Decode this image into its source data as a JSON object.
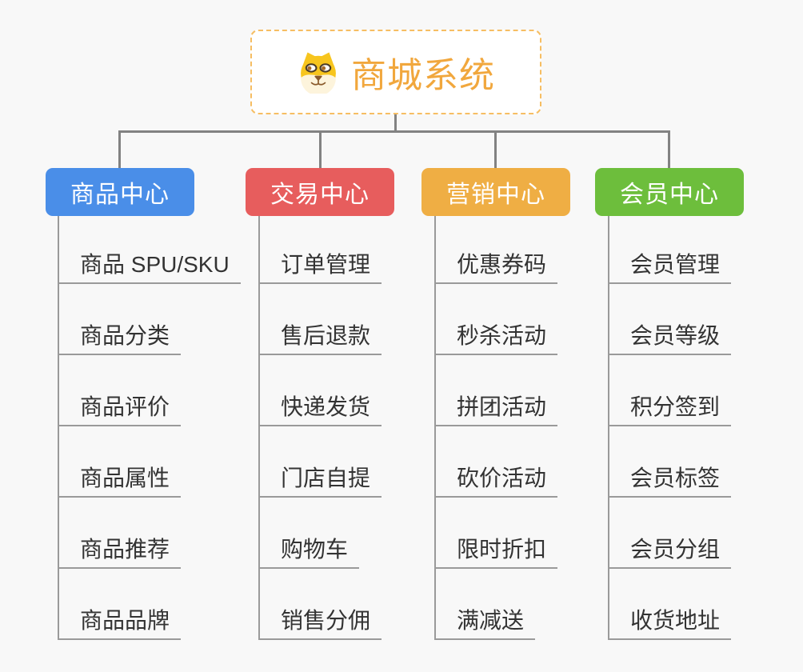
{
  "root": {
    "title": "商城系统",
    "icon": "dog-face-icon"
  },
  "colors": {
    "background": "#f8f8f8",
    "connector": "#828282",
    "leaf_line": "#9a9a9a",
    "root_text": "#F1A73D",
    "root_border": "#F6BE63",
    "product": "#4A8EE8",
    "trade": "#E75D5D",
    "marketing": "#EFAE44",
    "member": "#6DBE3C"
  },
  "branches": [
    {
      "label": "商品中心",
      "color": "#4A8EE8",
      "items": [
        "商品 SPU/SKU",
        "商品分类",
        "商品评价",
        "商品属性",
        "商品推荐",
        "商品品牌"
      ]
    },
    {
      "label": "交易中心",
      "color": "#E75D5D",
      "items": [
        "订单管理",
        "售后退款",
        "快递发货",
        "门店自提",
        "购物车",
        "销售分佣"
      ]
    },
    {
      "label": "营销中心",
      "color": "#EFAE44",
      "items": [
        "优惠券码",
        "秒杀活动",
        "拼团活动",
        "砍价活动",
        "限时折扣",
        "满减送"
      ]
    },
    {
      "label": "会员中心",
      "color": "#6DBE3C",
      "items": [
        "会员管理",
        "会员等级",
        "积分签到",
        "会员标签",
        "会员分组",
        "收货地址"
      ]
    }
  ]
}
